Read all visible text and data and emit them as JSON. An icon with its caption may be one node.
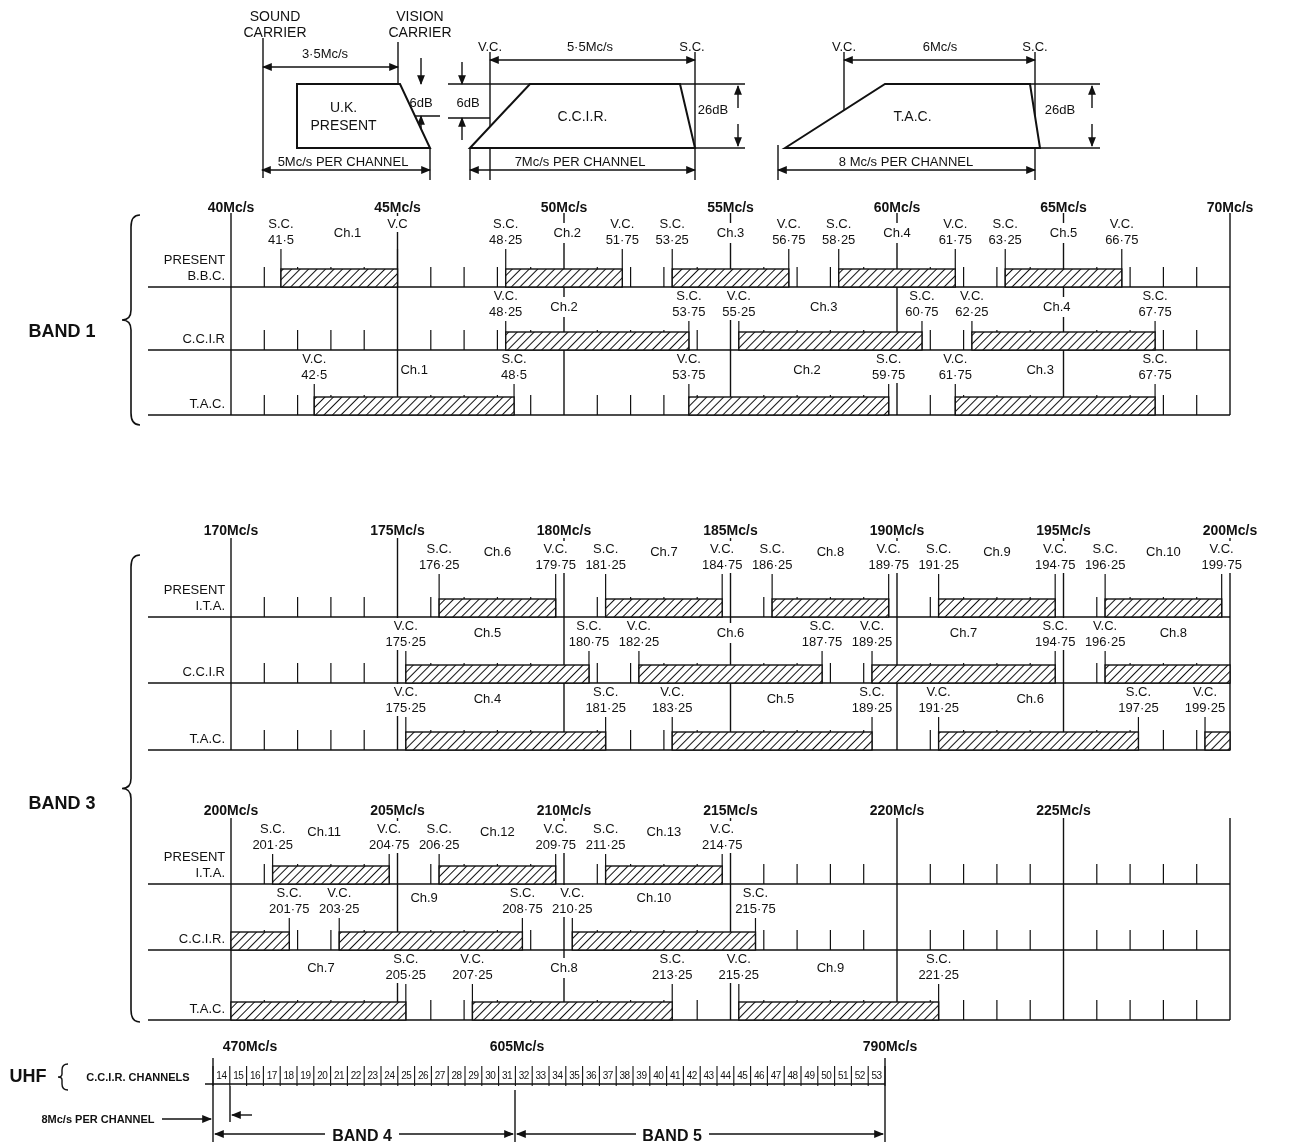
{
  "diagram": {
    "nodes": [
      {
        "text": [
          "U.K. PRESENT"
        ]
      },
      {
        "text": [
          "C.C.I.R."
        ]
      },
      {
        "text": [
          "T.A.C."
        ]
      }
    ],
    "labels": [
      "SOUND CARRIER",
      "VISION CARRIER",
      "3·5Mc/s",
      "6dB",
      "5Mc/s PER CHANNEL",
      "V.C.",
      "5·5Mc/s",
      "S.C.",
      "6dB",
      "26dB",
      "7Mc/s PER CHANNEL",
      "V.C.",
      "6Mc/s",
      "S.C.",
      "26dB",
      "8 Mc/s PER CHANNEL",
      "40Mc/s",
      "45Mc/s",
      "50Mc/s",
      "55Mc/s",
      "60Mc/s",
      "65Mc/s",
      "70Mc/s",
      "BAND 1",
      "PRESENT B.B.C.",
      "C.C.I.R",
      "T.A.C.",
      "S.C. 41·5",
      "Ch.1",
      "V.C",
      "S.C. 48·25",
      "Ch.2",
      "V.C. 51·75",
      "S.C. 53·25",
      "Ch.3",
      "V.C. 56·75",
      "S.C. 58·25",
      "Ch.4",
      "V.C. 61·75",
      "S.C. 63·25",
      "Ch.5",
      "V.C. 66·75",
      "V.C. 48·25",
      "Ch.2",
      "S.C. 53·75",
      "V.C. 55·25",
      "Ch.3",
      "S.C. 60·75",
      "V.C. 62·25",
      "Ch.4",
      "S.C. 67·75",
      "V.C. 42·5",
      "Ch.1",
      "S.C. 48·5",
      "V.C. 53·75",
      "Ch.2",
      "S.C. 59·75",
      "V.C. 61·75",
      "Ch.3",
      "S.C. 67·75",
      "170Mc/s",
      "175Mc/s",
      "180Mc/s",
      "185Mc/s",
      "190Mc/s",
      "195Mc/s",
      "200Mc/s",
      "BAND 3",
      "PRESENT I.T.A.",
      "C.C.I.R",
      "T.A.C.",
      "S.C. 176·25",
      "Ch.6",
      "V.C. 179·75",
      "S.C. 181·25",
      "Ch.7",
      "V.C. 184·75",
      "S.C. 186·25",
      "Ch.8",
      "V.C. 189·75",
      "S.C. 191·25",
      "Ch.9",
      "V.C. 194·75",
      "S.C. 196·25",
      "Ch.10",
      "V.C. 199·75",
      "V.C. 175·25",
      "Ch.5",
      "S.C. 180·75",
      "V.C. 182·25",
      "Ch.6",
      "S.C. 187·75",
      "V.C. 189·25",
      "Ch.7",
      "S.C. 194·75",
      "V.C. 196·25",
      "Ch.8",
      "V.C. 175·25",
      "Ch.4",
      "S.C. 181·25",
      "V.C. 183·25",
      "Ch.5",
      "S.C. 189·25",
      "V.C. 191·25",
      "Ch.6",
      "S.C. 197·25",
      "V.C. 199·25",
      "200Mc/s",
      "205Mc/s",
      "210Mc/s",
      "215Mc/s",
      "220Mc/s",
      "225Mc/s",
      "PRESENT I.T.A.",
      "C.C.I.R.",
      "T.A.C.",
      "S.C. 201·25",
      "Ch.11",
      "V.C. 204·75",
      "S.C. 206·25",
      "Ch.12",
      "V.C. 209·75",
      "S.C. 211·25",
      "Ch.13",
      "V.C. 214·75",
      "S.C. 201·75",
      "V.C. 203·25",
      "Ch.9",
      "S.C. 208·75",
      "V.C. 210·25",
      "Ch.10",
      "S.C. 215·75",
      "Ch.7",
      "S.C. 205·25",
      "V.C. 207·25",
      "Ch.8",
      "S.C. 213·25",
      "V.C. 215·25",
      "Ch.9",
      "S.C. 221·25",
      "470Mc/s",
      "605Mc/s",
      "790Mc/s",
      "UHF",
      "C.C.I.R. CHANNELS",
      "14",
      "15",
      "16",
      "17",
      "18",
      "19",
      "20",
      "21",
      "22",
      "23",
      "24",
      "25",
      "26",
      "27",
      "28",
      "29",
      "30",
      "31",
      "32",
      "33",
      "34",
      "35",
      "36",
      "37",
      "38",
      "39",
      "40",
      "41",
      "42",
      "43",
      "44",
      "45",
      "46",
      "47",
      "48",
      "49",
      "50",
      "51",
      "52",
      "53",
      "8Mc/s PER CHANNEL",
      "BAND 4",
      "BAND 5"
    ]
  }
}
